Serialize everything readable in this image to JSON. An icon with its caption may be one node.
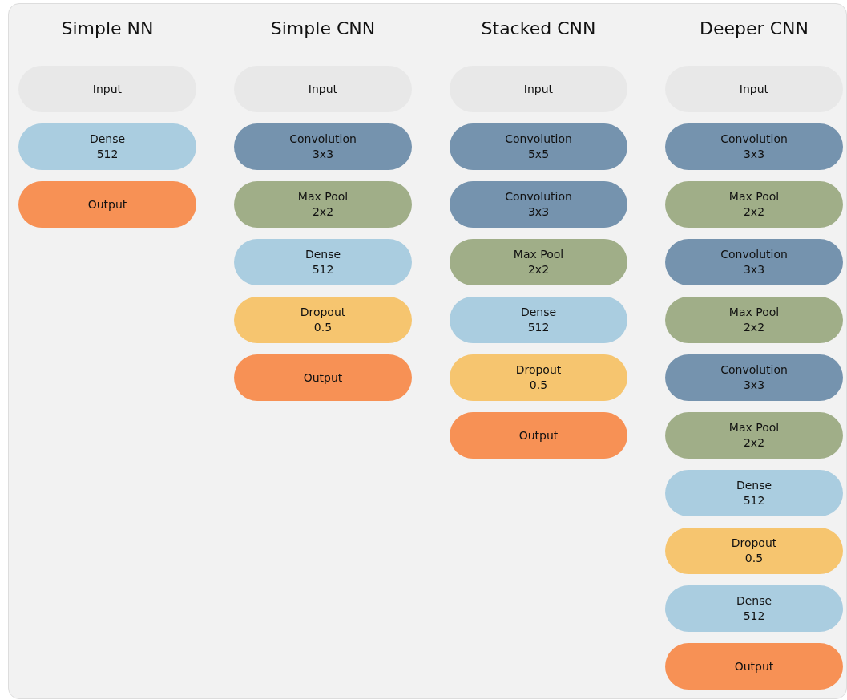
{
  "diagram": {
    "nodes": [
      {
        "text": [
          "Input"
        ]
      },
      {
        "text": [
          "Dense",
          "512"
        ]
      },
      {
        "text": [
          "Output"
        ]
      },
      {
        "text": [
          "Input"
        ]
      },
      {
        "text": [
          "Convolution",
          "3x3"
        ]
      },
      {
        "text": [
          "Max Pool",
          "2x2"
        ]
      },
      {
        "text": [
          "Dense",
          "512"
        ]
      },
      {
        "text": [
          "Dropout",
          "0.5"
        ]
      },
      {
        "text": [
          "Output"
        ]
      },
      {
        "text": [
          "Input"
        ]
      },
      {
        "text": [
          "Convolution",
          "5x5"
        ]
      },
      {
        "text": [
          "Convolution",
          "3x3"
        ]
      },
      {
        "text": [
          "Max Pool",
          "2x2"
        ]
      },
      {
        "text": [
          "Dense",
          "512"
        ]
      },
      {
        "text": [
          "Dropout",
          "0.5"
        ]
      },
      {
        "text": [
          "Output"
        ]
      },
      {
        "text": [
          "Input"
        ]
      },
      {
        "text": [
          "Convolution",
          "3x3"
        ]
      },
      {
        "text": [
          "Max Pool",
          "2x2"
        ]
      },
      {
        "text": [
          "Convolution",
          "3x3"
        ]
      },
      {
        "text": [
          "Max Pool",
          "2x2"
        ]
      },
      {
        "text": [
          "Convolution",
          "3x3"
        ]
      },
      {
        "text": [
          "Max Pool",
          "2x2"
        ]
      },
      {
        "text": [
          "Dense",
          "512"
        ]
      },
      {
        "text": [
          "Dropout",
          "0.5"
        ]
      },
      {
        "text": [
          "Dense",
          "512"
        ]
      },
      {
        "text": [
          "Output"
        ]
      }
    ],
    "labels": [
      "Simple NN",
      "Simple CNN",
      "Stacked CNN",
      "Deeper CNN"
    ]
  }
}
